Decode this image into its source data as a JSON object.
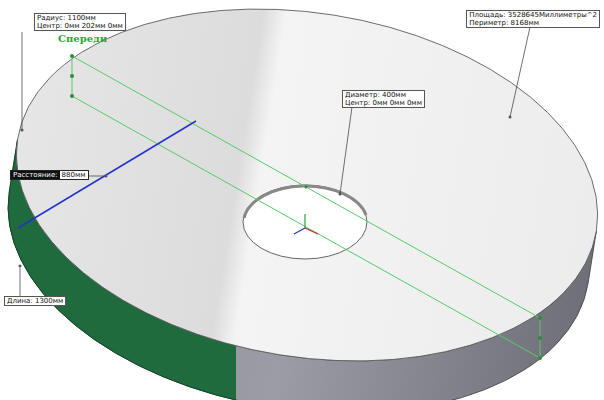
{
  "diagram": {
    "nodes": [
      {
        "text": [
          "Радиус: 1100мм",
          "Центр: 0мм 202мм 0мм"
        ]
      },
      {
        "text": [
          "Площадь: 3528645Миллиметры^2",
          "Периметр: 8168мм"
        ]
      },
      {
        "text": [
          "Диаметр: 400мм",
          "Центр: 0мм 0мм 0мм"
        ]
      },
      {
        "text": [
          "Расстояние:",
          "880мм"
        ]
      },
      {
        "text": [
          "Длина: 1300мм"
        ]
      }
    ],
    "labels": [
      "Спереди"
    ]
  }
}
